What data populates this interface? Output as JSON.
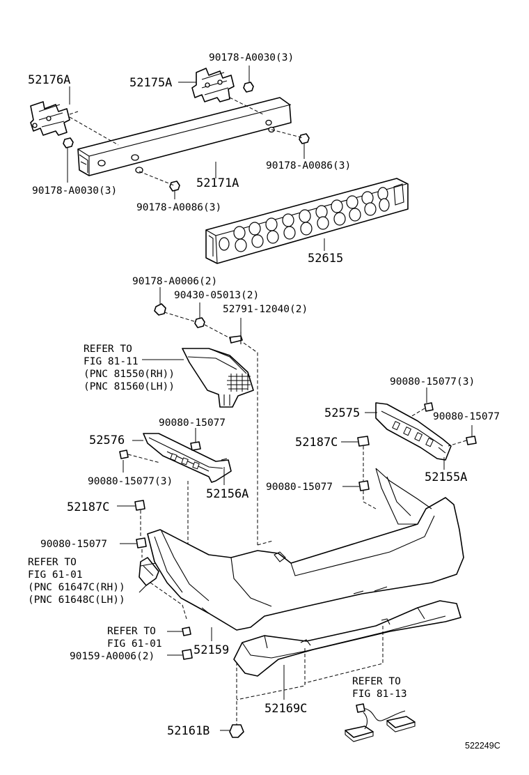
{
  "labels": {
    "p52176A": "52176A",
    "p52175A": "52175A",
    "p90178_A0030_top": "90178-A0030(3)",
    "p90178_A0030_left": "90178-A0030(3)",
    "p90178_A0086_right": "90178-A0086(3)",
    "p90178_A0086_bottom": "90178-A0086(3)",
    "p52171A": "52171A",
    "p52615": "52615",
    "p90178_A0006": "90178-A0006(2)",
    "p90430_05013": "90430-05013(2)",
    "p52791_12040": "52791-12040(2)",
    "ref_lamp": [
      "REFER TO",
      "FIG 81-11",
      "(PNC 81550(RH))",
      "(PNC 81560(LH))"
    ],
    "p90080_15077_3_right": "90080-15077(3)",
    "p52575": "52575",
    "p90080_15077_right": "90080-15077",
    "p52187C_right": "52187C",
    "p52155A": "52155A",
    "p90080_15077_mid": "90080-15077",
    "p90080_15077_upper_left": "90080-15077",
    "p52576": "52576",
    "p90080_15077_3_left": "90080-15077(3)",
    "p52156A": "52156A",
    "p52187C_left": "52187C",
    "p90080_15077_left": "90080-15077",
    "ref_reflector": [
      "REFER TO",
      "FIG 61-01",
      "(PNC 61647C(RH))",
      "(PNC 61648C(LH))"
    ],
    "ref_fig6101": [
      "REFER TO",
      "FIG 61-01"
    ],
    "p90159_A0006": "90159-A0006(2)",
    "p52159": "52159",
    "p52169C": "52169C",
    "ref_fig8113": [
      "REFER TO",
      "FIG 81-13"
    ],
    "p52161B": "52161B",
    "diagram_code": "522249C"
  }
}
